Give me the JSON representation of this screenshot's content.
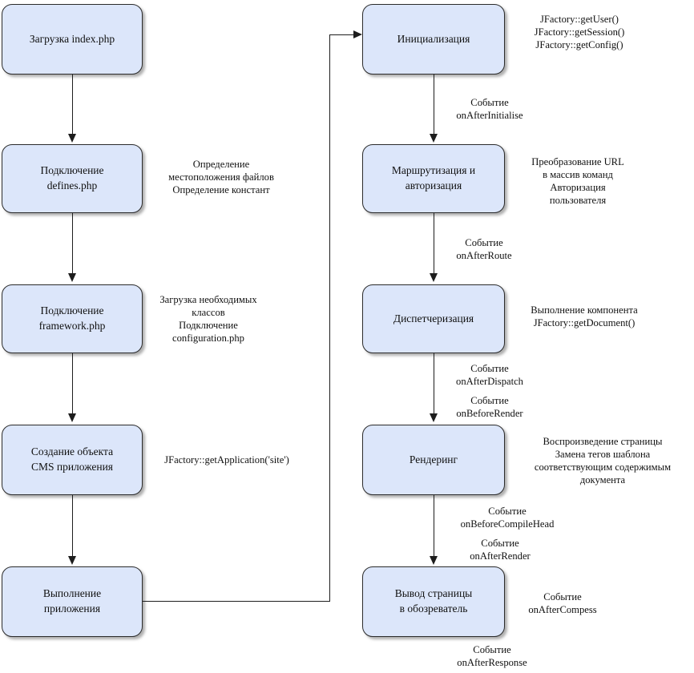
{
  "diagram": {
    "title": "Joomla CMS index.php execution flow",
    "accent_fill": "#dce6fa",
    "stroke": "#2b2b2b",
    "background": "#ffffff"
  },
  "left_column": {
    "nodes": [
      {
        "id": "load-index",
        "label": "Загрузка index.php"
      },
      {
        "id": "include-defines",
        "label": "Подключение\ndefines.php"
      },
      {
        "id": "include-framework",
        "label": "Подключение\nframework.php"
      },
      {
        "id": "create-cms-app",
        "label": "Создание объекта\nCMS приложения"
      },
      {
        "id": "run-app",
        "label": "Выполнение\nприложения"
      }
    ],
    "notes": [
      {
        "id": "note-defines",
        "text": "Определение\nместоположения файлов\nОпределение констант"
      },
      {
        "id": "note-framework",
        "text": "Загрузка необходимых\nклассов\nПодключение\nconfiguration.php"
      },
      {
        "id": "note-cms-app",
        "text": "JFactory::getApplication('site')"
      }
    ]
  },
  "right_column": {
    "nodes": [
      {
        "id": "initialise",
        "label": "Инициализация"
      },
      {
        "id": "route-auth",
        "label": "Маршрутизация и\nавторизация"
      },
      {
        "id": "dispatch",
        "label": "Диспетчеризация"
      },
      {
        "id": "render",
        "label": "Рендеринг"
      },
      {
        "id": "output",
        "label": "Вывод страницы\nв обозреватель"
      }
    ],
    "notes": [
      {
        "id": "note-initialise",
        "text": "JFactory::getUser()\nJFactory::getSession()\nJFactory::getConfig()"
      },
      {
        "id": "note-route",
        "text": "Преобразование URL\nв массив команд\nАвторизация\nпользователя"
      },
      {
        "id": "note-dispatch",
        "text": "Выполнение компонента\nJFactory::getDocument()"
      },
      {
        "id": "note-render",
        "text": "Воспроизведение страницы\nЗамена тегов шаблона\nсоответствующим содержимым\nдокумента"
      },
      {
        "id": "note-compress",
        "text": "Событие\nonAfterCompess"
      }
    ],
    "events": [
      {
        "id": "ev-after-initialise",
        "text": "Событие\nonAfterInitialise"
      },
      {
        "id": "ev-after-route",
        "text": "Событие\nonAfterRoute"
      },
      {
        "id": "ev-after-dispatch",
        "text": "Событие\nonAfterDispatch"
      },
      {
        "id": "ev-before-render",
        "text": "Событие\nonBeforeRender"
      },
      {
        "id": "ev-before-compile-head",
        "text": "Событие\nonBeforeCompileHead"
      },
      {
        "id": "ev-after-render",
        "text": "Событие\nonAfterRender"
      },
      {
        "id": "ev-after-response",
        "text": "Событие\nonAfterResponse"
      }
    ]
  }
}
